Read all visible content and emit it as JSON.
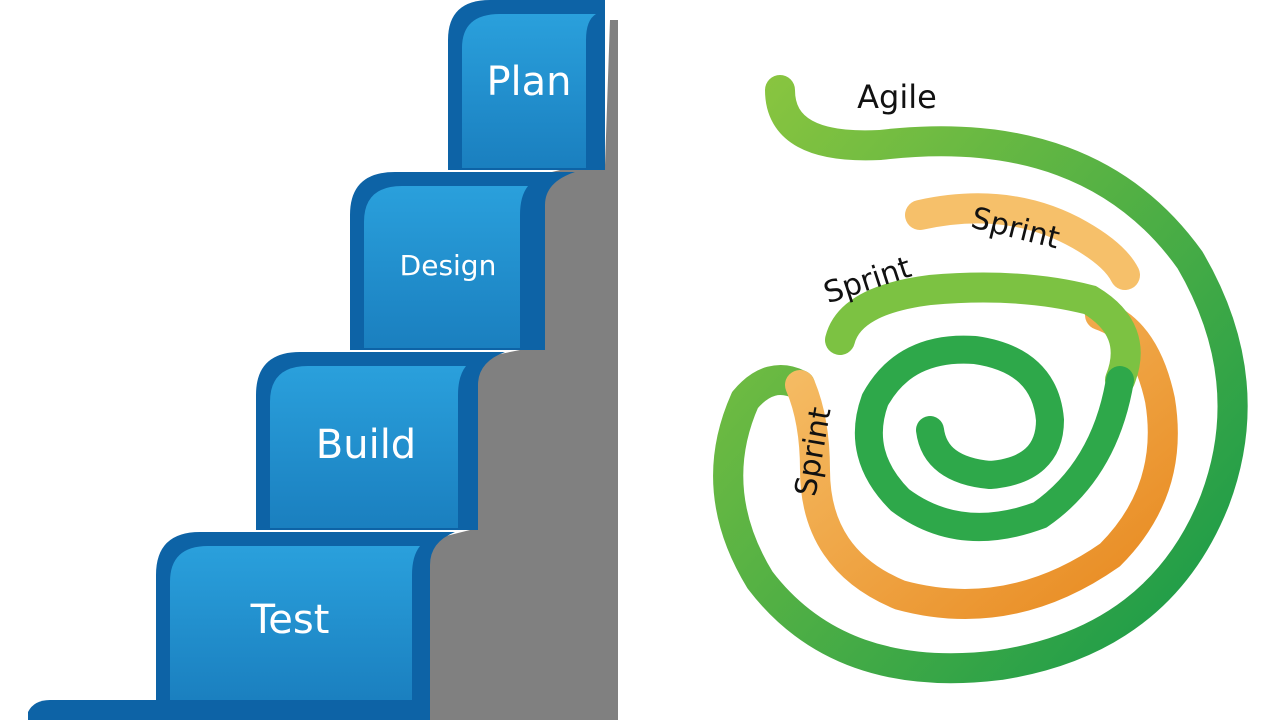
{
  "waterfall": {
    "steps": [
      {
        "label": "Plan"
      },
      {
        "label": "Design"
      },
      {
        "label": "Build"
      },
      {
        "label": "Test"
      }
    ],
    "colors": {
      "step_blue": "#1e88c8",
      "step_edge": "#0d63a6",
      "shadow_gray": "#808080"
    }
  },
  "agile": {
    "title": "Agile",
    "sprint_labels": [
      "Sprint",
      "Sprint",
      "Sprint"
    ],
    "colors": {
      "green": "#2ea84a",
      "light_green": "#7cc242",
      "orange": "#f29a2e",
      "light_orange": "#f6c06a"
    }
  }
}
